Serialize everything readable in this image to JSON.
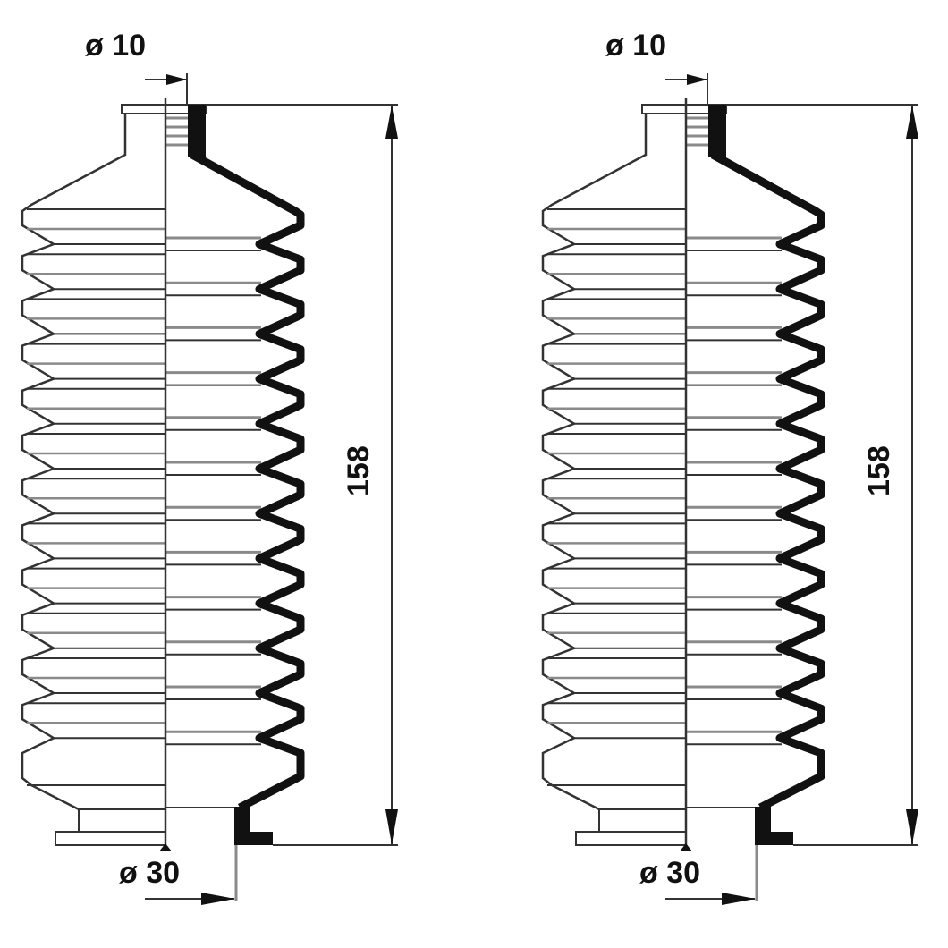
{
  "drawings": [
    {
      "top_diameter": "ø 10",
      "bottom_diameter": "ø 30",
      "length": "158"
    },
    {
      "top_diameter": "ø 10",
      "bottom_diameter": "ø 30",
      "length": "158"
    }
  ],
  "colors": {
    "line": "#333333",
    "wall": "#111111",
    "inner": "#8a8a8a"
  }
}
